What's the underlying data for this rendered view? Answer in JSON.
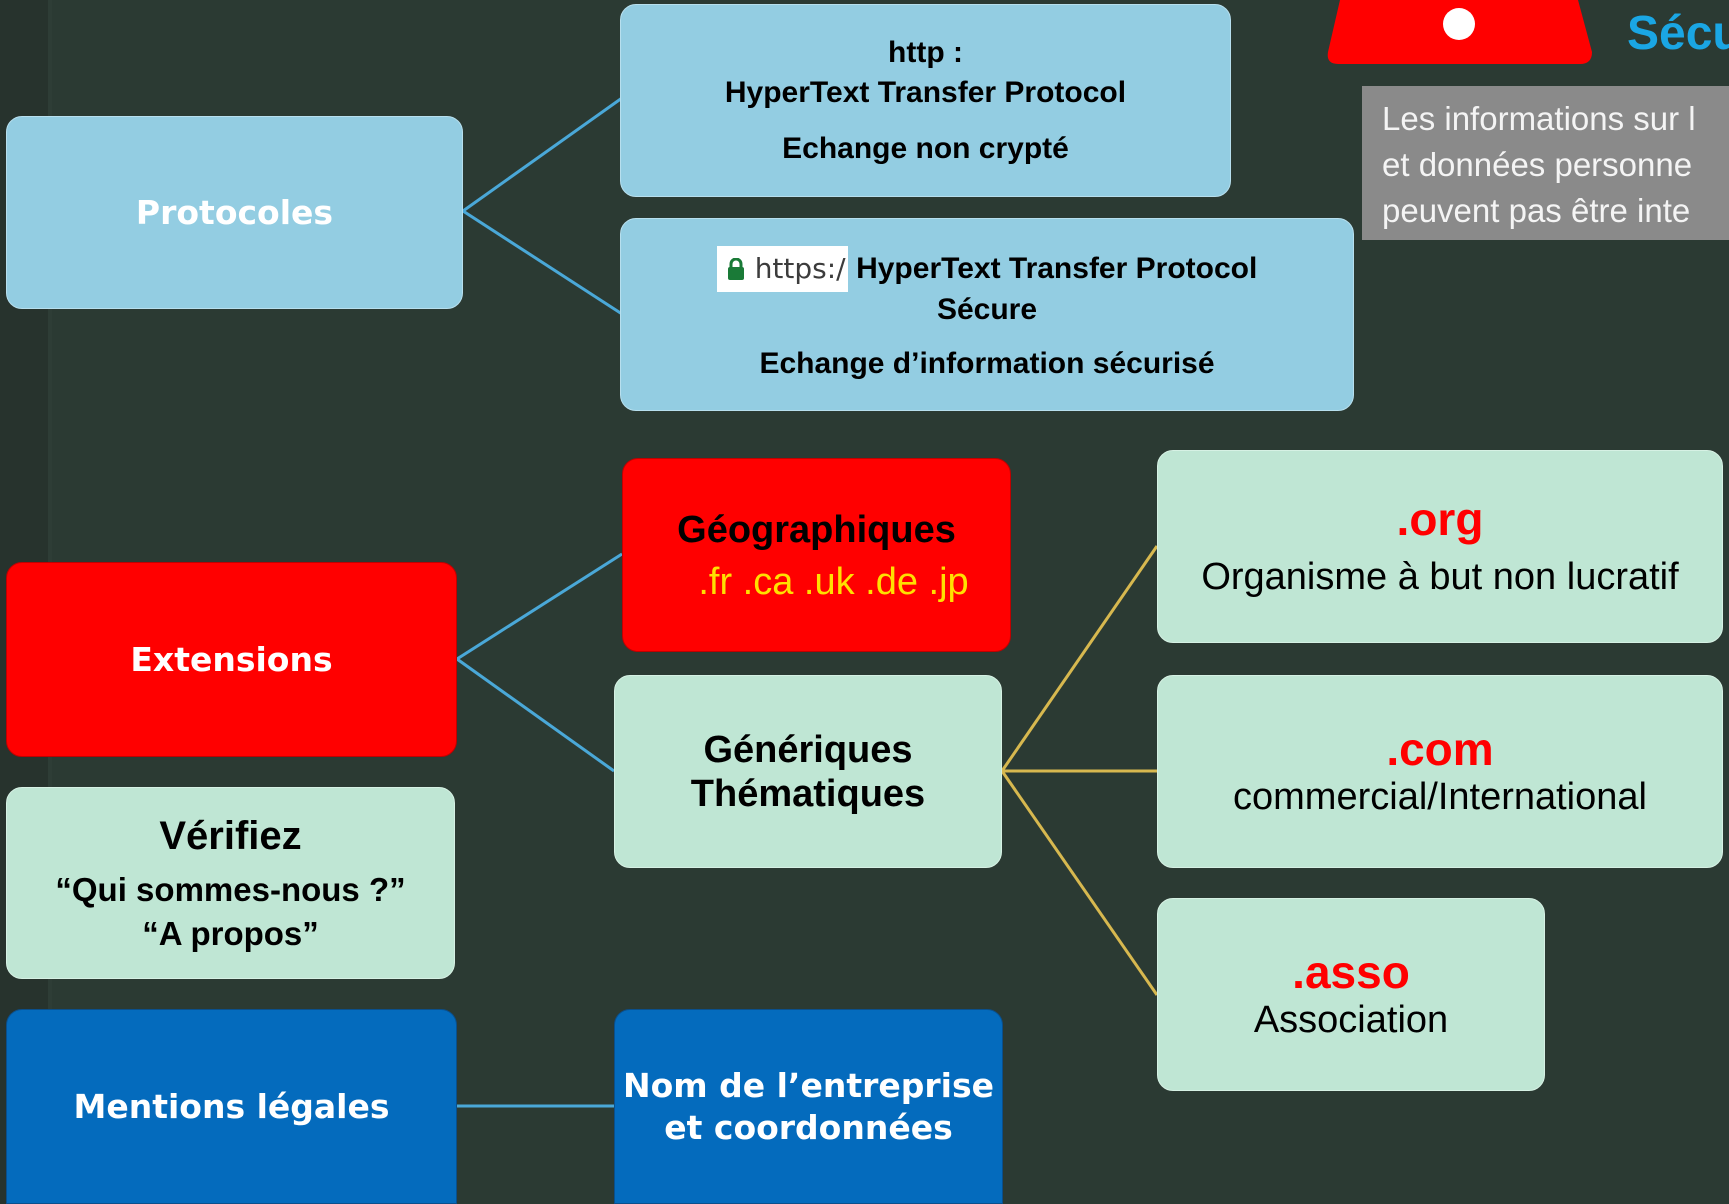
{
  "warning": {
    "title": "Sécu",
    "lines": [
      "Les informations sur l",
      "et données personne",
      "peuvent pas être inte"
    ]
  },
  "protocoles": {
    "label": "Protocoles",
    "http": {
      "line1": "http :",
      "line2": "HyperText Transfer Protocol",
      "line3": "Echange non crypté"
    },
    "https": {
      "badge": "https:/",
      "line1": "HyperText Transfer Protocol",
      "line2": "Sécure",
      "line3": "Echange d’information sécurisé"
    }
  },
  "extensions": {
    "label": "Extensions",
    "geo": {
      "title": "Géographiques",
      "examples": ".fr .ca .uk .de .jp"
    },
    "generic": {
      "line1": "Génériques",
      "line2": "Thématiques"
    },
    "domains": [
      {
        "ext": ".org",
        "desc": "Organisme à but non lucratif"
      },
      {
        "ext": ".com",
        "desc": "commercial/International"
      },
      {
        "ext": ".asso",
        "desc": "Association"
      }
    ]
  },
  "verifiez": {
    "title": "Vérifiez",
    "line1": "“Qui sommes-nous ?”",
    "line2": "“A propos”"
  },
  "mentions": {
    "label": "Mentions légales",
    "detail_line1": "Nom de l’entreprise",
    "detail_line2": "et coordonnées"
  },
  "colors": {
    "background": "#2b3a33",
    "light_blue": "#93cde2",
    "mint": "#bfe6d4",
    "red": "#ff0000",
    "blue": "#046bbd",
    "connector_blue": "#4aa8d8",
    "connector_gold": "#d7b84f",
    "domain_red": "#ff0000",
    "title_blue": "#1aa6e4"
  }
}
